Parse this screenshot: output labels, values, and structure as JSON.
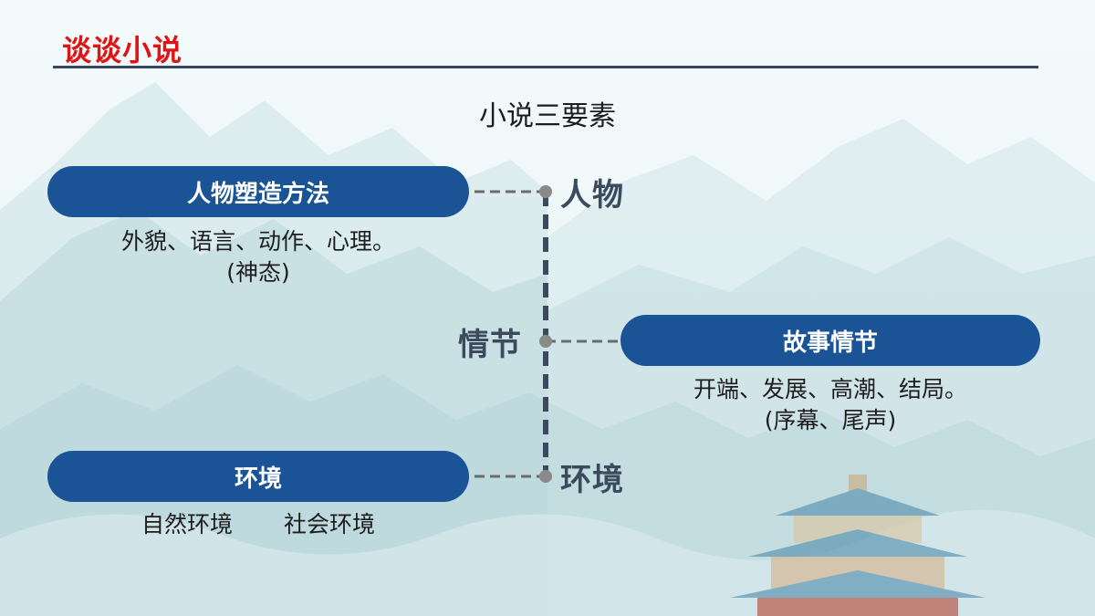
{
  "header": {
    "title": "谈谈小说",
    "subtitle": "小说三要素"
  },
  "elements": {
    "character": {
      "label": "人物",
      "box": "人物塑造方法",
      "desc_line1": "外貌、语言、动作、心理。",
      "desc_line2": "(神态)"
    },
    "plot": {
      "label": "情节",
      "box": "故事情节",
      "desc_line1": "开端、发展、高潮、结局。",
      "desc_line2": "(序幕、尾声)"
    },
    "setting": {
      "label": "环境",
      "box": "环境",
      "desc_item1": "自然环境",
      "desc_item2": "社会环境"
    }
  },
  "colors": {
    "title": "#e01414",
    "pill": "#1a5396",
    "connector": "#3c4a5e"
  }
}
